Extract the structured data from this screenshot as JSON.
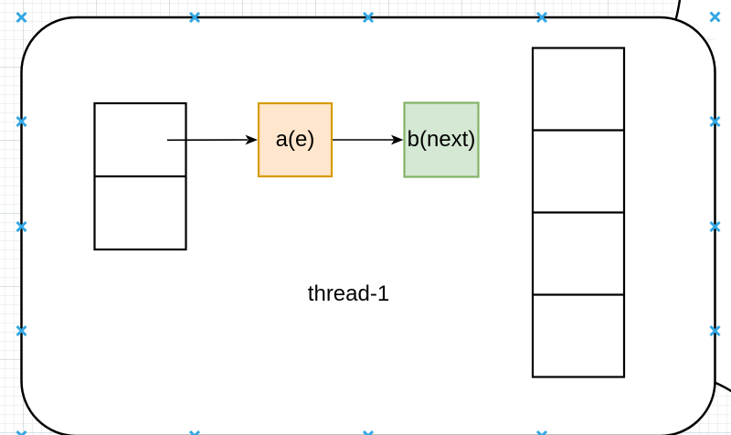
{
  "diagram": {
    "thread_label": "thread-1",
    "nodes": {
      "a": {
        "label": "a(e)",
        "fill": "#FFE6CC",
        "border": "#D79B00"
      },
      "b": {
        "label": "b(next)",
        "fill": "#D5E8D4",
        "border": "#82B366"
      }
    },
    "colors": {
      "shape_stroke": "#000000",
      "arrow_stroke": "#000000",
      "connection_point": "#33A7E2",
      "canvas_bg": "#FFFFFF",
      "grid_minor": "#EFF1F2",
      "grid_major": "#DADFE1"
    }
  }
}
